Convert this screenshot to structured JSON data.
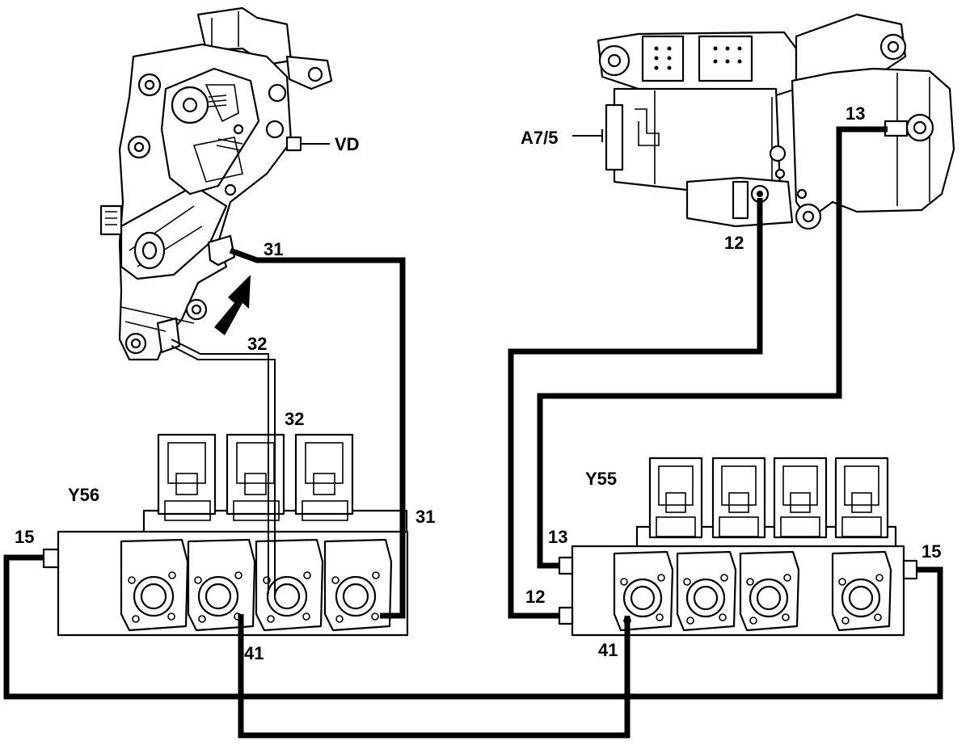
{
  "labels": {
    "vd": "VD",
    "a7_5": "A7/5",
    "y56": "Y56",
    "y55": "Y55",
    "line_31_top": "31",
    "line_31_right": "31",
    "line_32_top": "32",
    "line_32_mid": "32",
    "line_13_top": "13",
    "line_12_top": "12",
    "line_15_left": "15",
    "line_15_right": "15",
    "line_41_left": "41",
    "line_41_right": "41",
    "line_13_left": "13",
    "line_12_left": "12"
  }
}
